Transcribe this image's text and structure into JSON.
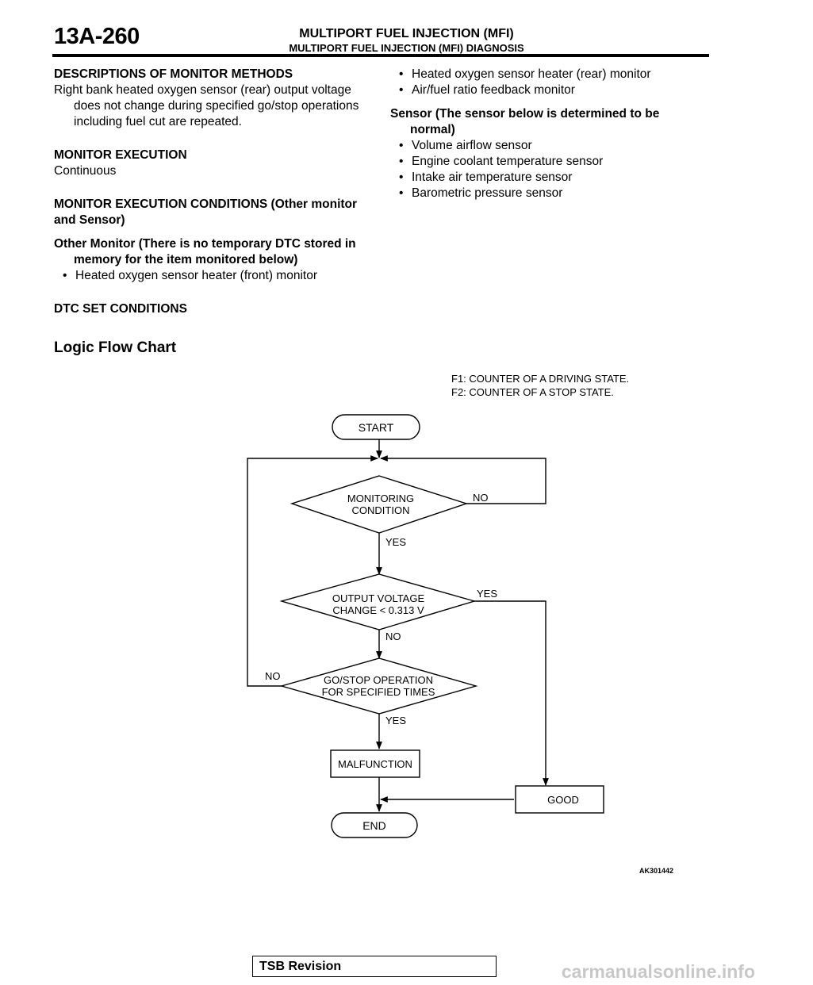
{
  "header": {
    "page_number": "13A-260",
    "title": "MULTIPORT FUEL INJECTION (MFI)",
    "subtitle": "MULTIPORT FUEL INJECTION (MFI) DIAGNOSIS"
  },
  "left_column": {
    "descriptions_heading": "DESCRIPTIONS OF MONITOR METHODS",
    "descriptions_text": "Right bank heated oxygen sensor (rear) output voltage does not change during specified go/stop operations including fuel cut are repeated.",
    "execution_heading": "MONITOR EXECUTION",
    "execution_text": "Continuous",
    "conditions_heading": "MONITOR EXECUTION CONDITIONS (Other monitor and Sensor)",
    "other_monitor_heading": "Other Monitor (There is no temporary DTC stored in memory for the item monitored below)",
    "other_monitor_items": [
      "Heated oxygen sensor heater (front) monitor"
    ],
    "dtc_heading": "DTC SET CONDITIONS"
  },
  "right_column": {
    "other_monitor_items": [
      "Heated oxygen sensor heater (rear) monitor",
      "Air/fuel ratio feedback monitor"
    ],
    "sensor_heading": "Sensor (The sensor below is determined to be normal)",
    "sensor_items": [
      "Volume airflow sensor",
      "Engine coolant temperature sensor",
      "Intake air temperature sensor",
      "Barometric pressure sensor"
    ]
  },
  "flow_chart": {
    "heading": "Logic Flow Chart",
    "legend": [
      "F1: COUNTER OF A DRIVING STATE.",
      "F2: COUNTER OF A STOP STATE."
    ],
    "start": "START",
    "decision1": [
      "MONITORING",
      "CONDITION"
    ],
    "decision1_yes": "YES",
    "decision1_no": "NO",
    "decision2": [
      "OUTPUT VOLTAGE",
      "CHANGE < 0.313 V"
    ],
    "decision2_yes": "YES",
    "decision2_no": "NO",
    "decision3": [
      "GO/STOP OPERATION",
      "FOR SPECIFIED TIMES"
    ],
    "decision3_yes": "YES",
    "decision3_no": "NO",
    "malfunction": "MALFUNCTION",
    "good": "GOOD",
    "end": "END",
    "figure_id": "AK301442"
  },
  "footer": {
    "tsb_label": "TSB Revision",
    "watermark": "carmanualsonline.info"
  }
}
